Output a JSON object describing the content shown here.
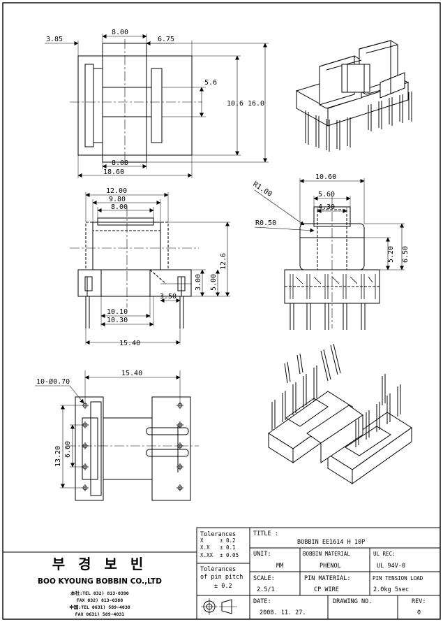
{
  "top_view": {
    "dims": {
      "left_offset": "3.85",
      "top_width": "8.00",
      "right_offset": "6.75",
      "inner_height": "5.6",
      "mid_height": "10.6",
      "outer_height": "16.0",
      "bottom_width": "8.00",
      "overall_width": "18.60"
    }
  },
  "front_view": {
    "dims": {
      "w1": "12.00",
      "w2": "9.80",
      "w3": "8.00",
      "h1": "3.00",
      "h2": "5.00",
      "h3": "12.6",
      "w4": "3.50",
      "w5": "10.10",
      "w6": "10.30",
      "pin_span": "15.40"
    }
  },
  "side_view": {
    "dims": {
      "r1": "R1.00",
      "r2": "R0.50",
      "w1": "10.60",
      "w2": "5.60",
      "w3": "4.30",
      "h1": "5.20",
      "h2": "6.50"
    }
  },
  "pin_layout": {
    "dims": {
      "holes": "10-Ø0.70",
      "span": "15.40",
      "pitch_total": "13.20",
      "pitch": "6.60"
    }
  },
  "title_block": {
    "tolerances_label": "Tolerances",
    "tol": [
      {
        "k": "X",
        "v": "± 0.2"
      },
      {
        "k": "X.X",
        "v": "± 0.1"
      },
      {
        "k": "X.XX",
        "v": "± 0.05"
      }
    ],
    "pin_pitch_label_1": "Tolerances",
    "pin_pitch_label_2": "of pin pitch",
    "pin_pitch_value": "± 0.2",
    "title_label": "TITLE :",
    "title_value": "BOBBIN EE1614 H 10P",
    "unit_label": "UNIT:",
    "unit_value": "MM",
    "material_label": "BOBBIN MATERIAL",
    "material_value": "PHENOL",
    "ul_label": "UL REC:",
    "ul_value": "UL 94V-0",
    "scale_label": "SCALE:",
    "scale_value": "2.5/1",
    "pin_material_label": "PIN MATERIAL:",
    "pin_material_value": "CP WIRE",
    "pin_tension_label": "PIN TENSION LOAD",
    "pin_tension_value": "2.0kg 5sec",
    "date_label": "DATE:",
    "date_value": "2008. 11. 27.",
    "drawing_no_label": "DRAWING NO.",
    "rev_label": "REV:",
    "rev_value": "0"
  },
  "company": {
    "logo": "부 경 보 빈",
    "name": "BOO KYOUNG BOBBIN CO.,LTD",
    "line1": "本社:TEL 032) 813-0390",
    "line2": "FAX 032) 813-0388",
    "line3": "中国:TEL 0631) 589-4038",
    "line4": "FAX 0631) 589-4031"
  }
}
